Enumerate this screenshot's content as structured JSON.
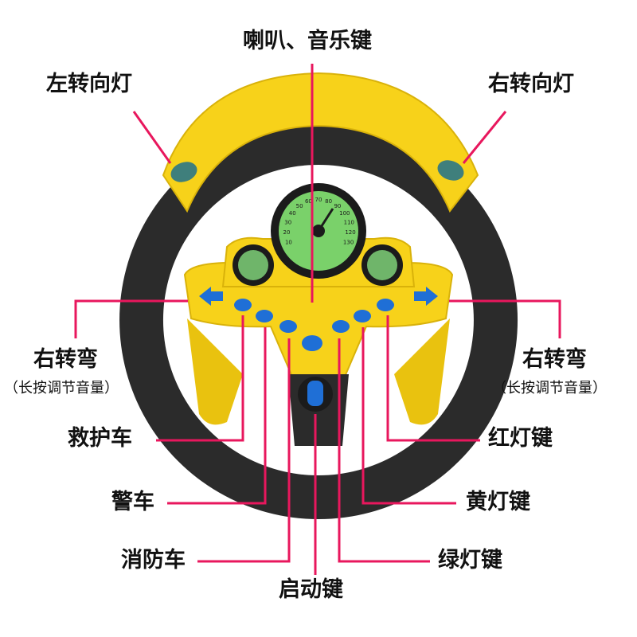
{
  "labels": {
    "horn_music_key": "喇叭、音乐键",
    "left_turn_signal": "左转向灯",
    "right_turn_signal": "右转向灯",
    "left_turn": "右转弯",
    "left_turn_note": "（长按调节音量）",
    "right_turn": "右转弯",
    "right_turn_note": "（长按调节音量）",
    "ambulance": "救护车",
    "police_car": "警车",
    "fire_truck": "消防车",
    "start_key": "启动键",
    "red_light_key": "红灯键",
    "yellow_light_key": "黄灯键",
    "green_light_key": "绿灯键"
  },
  "speedometer": {
    "ticks": [
      "10",
      "20",
      "30",
      "40",
      "50",
      "60",
      "70",
      "80",
      "90",
      "100",
      "110",
      "120",
      "130"
    ]
  },
  "colors": {
    "leader_line": "#e8175d",
    "wheel_yellow": "#f7d21a",
    "wheel_black": "#2b2b2b",
    "button_blue": "#1f6fd6",
    "gauge_green": "#7ad16a"
  }
}
